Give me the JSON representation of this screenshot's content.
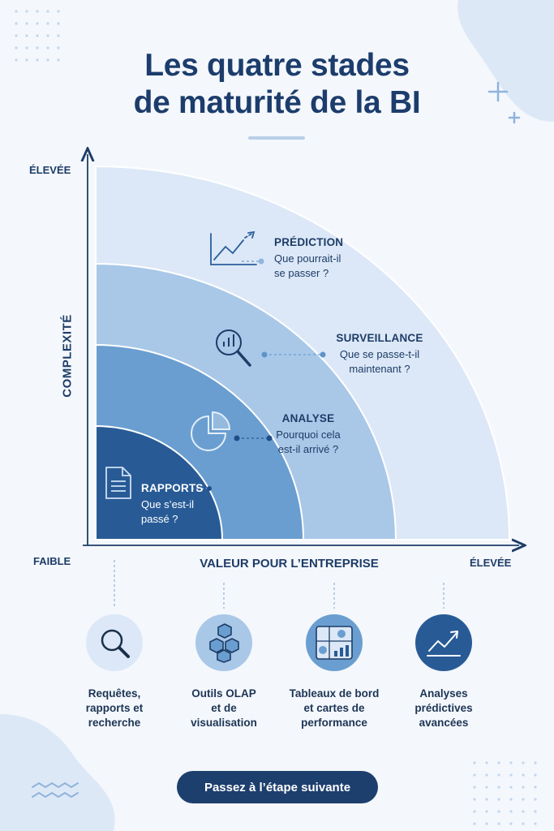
{
  "title": {
    "line1": "Les quatre stades",
    "line2": "de maturité de la BI"
  },
  "axes": {
    "y_label": "COMPLEXITÉ",
    "y_high": "ÉLEVÉE",
    "x_low": "FAIBLE",
    "x_label": "VALEUR POUR L’ENTREPRISE",
    "x_high": "ÉLEVÉE"
  },
  "stages": [
    {
      "title": "RAPPORTS",
      "question_1": "Que s’est-il",
      "question_2": "passé ?",
      "icon": "document-icon",
      "color": "#285b96"
    },
    {
      "title": "ANALYSE",
      "question_1": "Pourquoi cela",
      "question_2": "est-il arrivé ?",
      "icon": "pie-chart-icon",
      "color": "#6a9ed0"
    },
    {
      "title": "SURVEILLANCE",
      "question_1": "Que se passe-t-il",
      "question_2": "maintenant ?",
      "icon": "magnifier-chart-icon",
      "color": "#a9c8e8"
    },
    {
      "title": "PRÉDICTION",
      "question_1": "Que pourrait-il",
      "question_2": "se passer ?",
      "icon": "line-chart-icon",
      "color": "#dce8f7"
    }
  ],
  "tools": [
    {
      "line1": "Requêtes,",
      "line2": "rapports et",
      "line3": "recherche",
      "icon": "search-icon"
    },
    {
      "line1": "Outils OLAP",
      "line2": "et de",
      "line3": "visualisation",
      "icon": "cubes-icon"
    },
    {
      "line1": "Tableaux de bord",
      "line2": "et cartes de",
      "line3": "performance",
      "icon": "dashboard-icon"
    },
    {
      "line1": "Analyses",
      "line2": "prédictives",
      "line3": "avancées",
      "icon": "trend-chart-icon"
    }
  ],
  "cta": {
    "label": "Passez à l’étape suivante"
  }
}
